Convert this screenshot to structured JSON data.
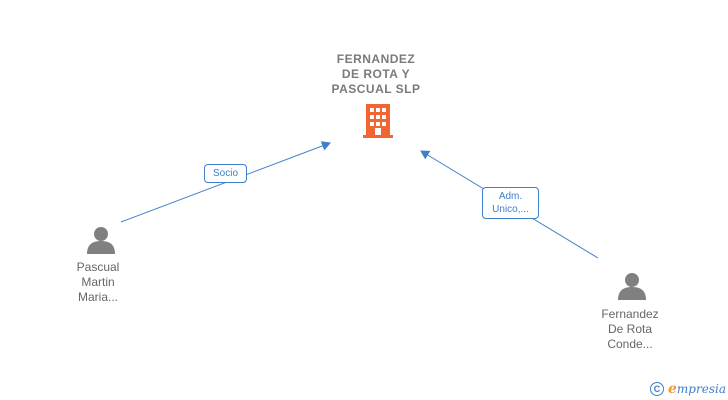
{
  "company": {
    "name": "FERNANDEZ\nDE ROTA Y\nPASCUAL  SLP",
    "icon": "building-icon",
    "color": "#f26430"
  },
  "people": [
    {
      "name": "Pascual\nMartin\nMaria...",
      "icon": "person-icon"
    },
    {
      "name": "Fernandez\nDe Rota\nConde...",
      "icon": "person-icon"
    }
  ],
  "relations": [
    {
      "label": "Socio"
    },
    {
      "label": "Adm.\nUnico,..."
    }
  ],
  "brand": {
    "copyright_symbol": "C",
    "first_letter": "e",
    "rest": "mpresia"
  },
  "colors": {
    "edge": "#3d7fc9",
    "person": "#808080",
    "text": "#666666"
  }
}
